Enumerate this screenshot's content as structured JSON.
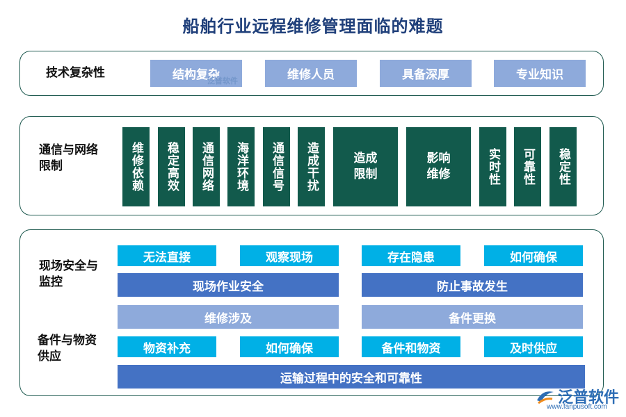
{
  "title": "船舶行业远程维修管理面临的难题",
  "section1": {
    "label": "技术复杂性",
    "items": [
      "结构复杂",
      "维修人员",
      "具备深厚",
      "专业知识"
    ]
  },
  "section2": {
    "label": "通信与网络\n限制",
    "items": [
      "维修依赖",
      "稳定高效",
      "通信网络",
      "海洋环境",
      "通信信号",
      "造成干扰",
      "造成\n限制",
      "影响\n维修",
      "实时性",
      "可靠性",
      "稳定性"
    ]
  },
  "section3": {
    "label_a": "现场安全与\n监控",
    "label_b": "备件与物资\n供应",
    "row1": [
      "无法直接",
      "观察现场",
      "存在隐患",
      "如何确保"
    ],
    "row2": [
      "现场作业安全",
      "防止事故发生"
    ],
    "row3": [
      "维修涉及",
      "备件更换"
    ],
    "row4": [
      "物资补充",
      "如何确保",
      "备件和物资",
      "及时供应"
    ],
    "row5": "运输过程中的安全和可靠性"
  },
  "watermark_small": "泛普软件",
  "logo": {
    "name": "泛普软件",
    "url": "www.fanpusoft.com"
  }
}
